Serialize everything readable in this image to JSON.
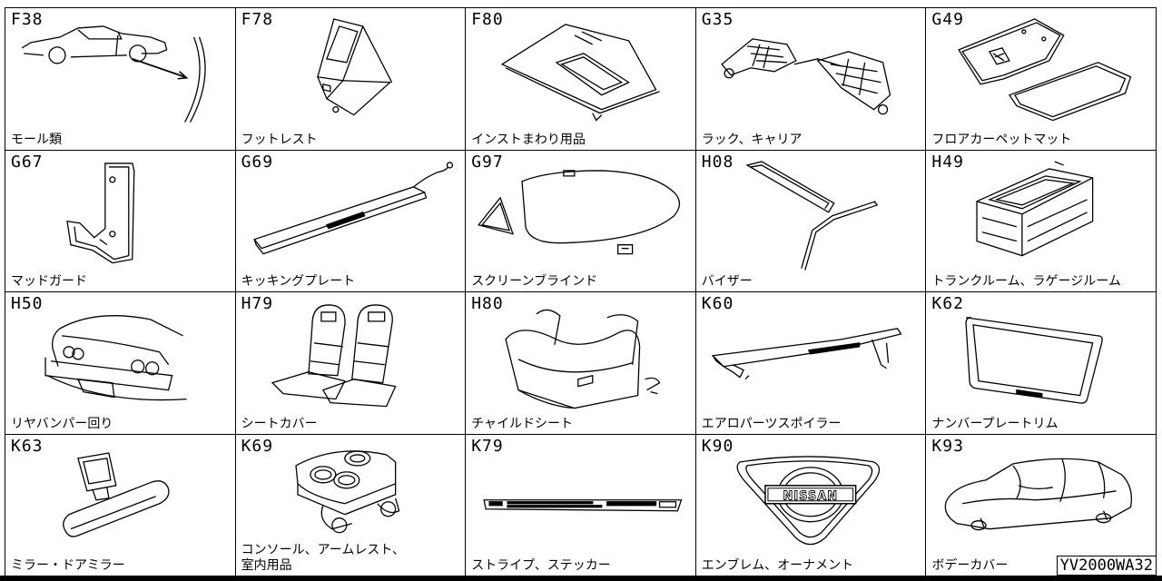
{
  "reference_code": "YV2000WA32",
  "colors": {
    "line": "#000000",
    "background": "#ffffff"
  },
  "parts": [
    {
      "code": "F38",
      "name": "モール類",
      "icon": "car-molding-icon"
    },
    {
      "code": "F78",
      "name": "フットレスト",
      "icon": "footrest-icon"
    },
    {
      "code": "F80",
      "name": "インストまわり用品",
      "icon": "console-panel-icon"
    },
    {
      "code": "G35",
      "name": "ラック、キャリア",
      "icon": "roof-rack-icon"
    },
    {
      "code": "G49",
      "name": "フロアカーペットマット",
      "icon": "floor-mat-icon"
    },
    {
      "code": "G67",
      "name": "マッドガード",
      "icon": "mud-guard-icon"
    },
    {
      "code": "G69",
      "name": "キッキングプレート",
      "icon": "kicking-plate-icon"
    },
    {
      "code": "G97",
      "name": "スクリーンブラインド",
      "icon": "screen-blind-icon"
    },
    {
      "code": "H08",
      "name": "バイザー",
      "icon": "visor-icon"
    },
    {
      "code": "H49",
      "name": "トランクルーム、ラゲージルーム",
      "icon": "trunk-box-icon"
    },
    {
      "code": "H50",
      "name": "リヤバンパー回り",
      "icon": "rear-bumper-icon"
    },
    {
      "code": "H79",
      "name": "シートカバー",
      "icon": "seat-cover-icon"
    },
    {
      "code": "H80",
      "name": "チャイルドシート",
      "icon": "child-seat-icon"
    },
    {
      "code": "K60",
      "name": "エアロパーツスポイラー",
      "icon": "spoiler-icon"
    },
    {
      "code": "K62",
      "name": "ナンバープレートリム",
      "icon": "plate-rim-icon"
    },
    {
      "code": "K63",
      "name": "ミラー・ドアミラー",
      "icon": "mirror-icon"
    },
    {
      "code": "K69",
      "name": "コンソール、アームレスト、\n室内用品",
      "icon": "console-armrest-icon"
    },
    {
      "code": "K79",
      "name": "ストライプ、ステッカー",
      "icon": "stripe-sticker-icon"
    },
    {
      "code": "K90",
      "name": "エンブレム、オーナメント",
      "icon": "emblem-icon"
    },
    {
      "code": "K93",
      "name": "ボデーカバー",
      "icon": "body-cover-icon"
    }
  ],
  "emblem_text": "NISSAN"
}
